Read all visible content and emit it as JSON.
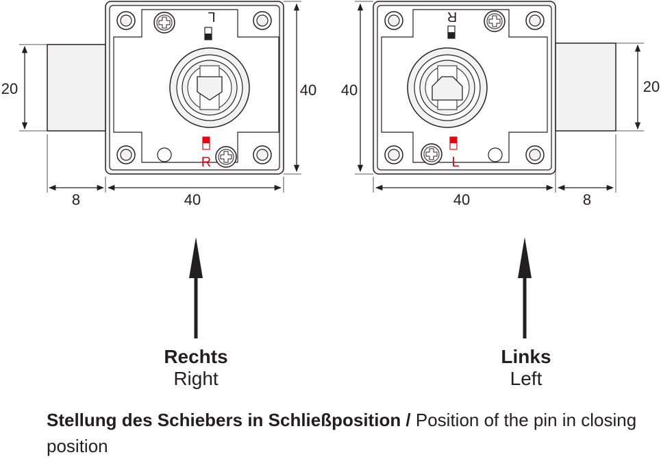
{
  "left_lock": {
    "dim_height_body": "40",
    "dim_height_bolt": "20",
    "dim_width_body": "40",
    "dim_width_bolt": "8",
    "top_mark": "L",
    "bottom_mark": "R"
  },
  "right_lock": {
    "dim_height_body": "40",
    "dim_height_bolt": "20",
    "dim_width_body": "40",
    "dim_width_bolt": "8",
    "top_mark": "R",
    "bottom_mark": "L"
  },
  "labels": {
    "rechts": "Rechts",
    "right": "Right",
    "links": "Links",
    "left": "Left"
  },
  "footer": {
    "bold_part": "Stellung des Schiebers in Schließposition /",
    "normal_part": " Position of the pin in closing position"
  },
  "colors": {
    "line": "#231f20",
    "accent_red": "#e30613",
    "fill_gray": "#f2f2f2"
  }
}
